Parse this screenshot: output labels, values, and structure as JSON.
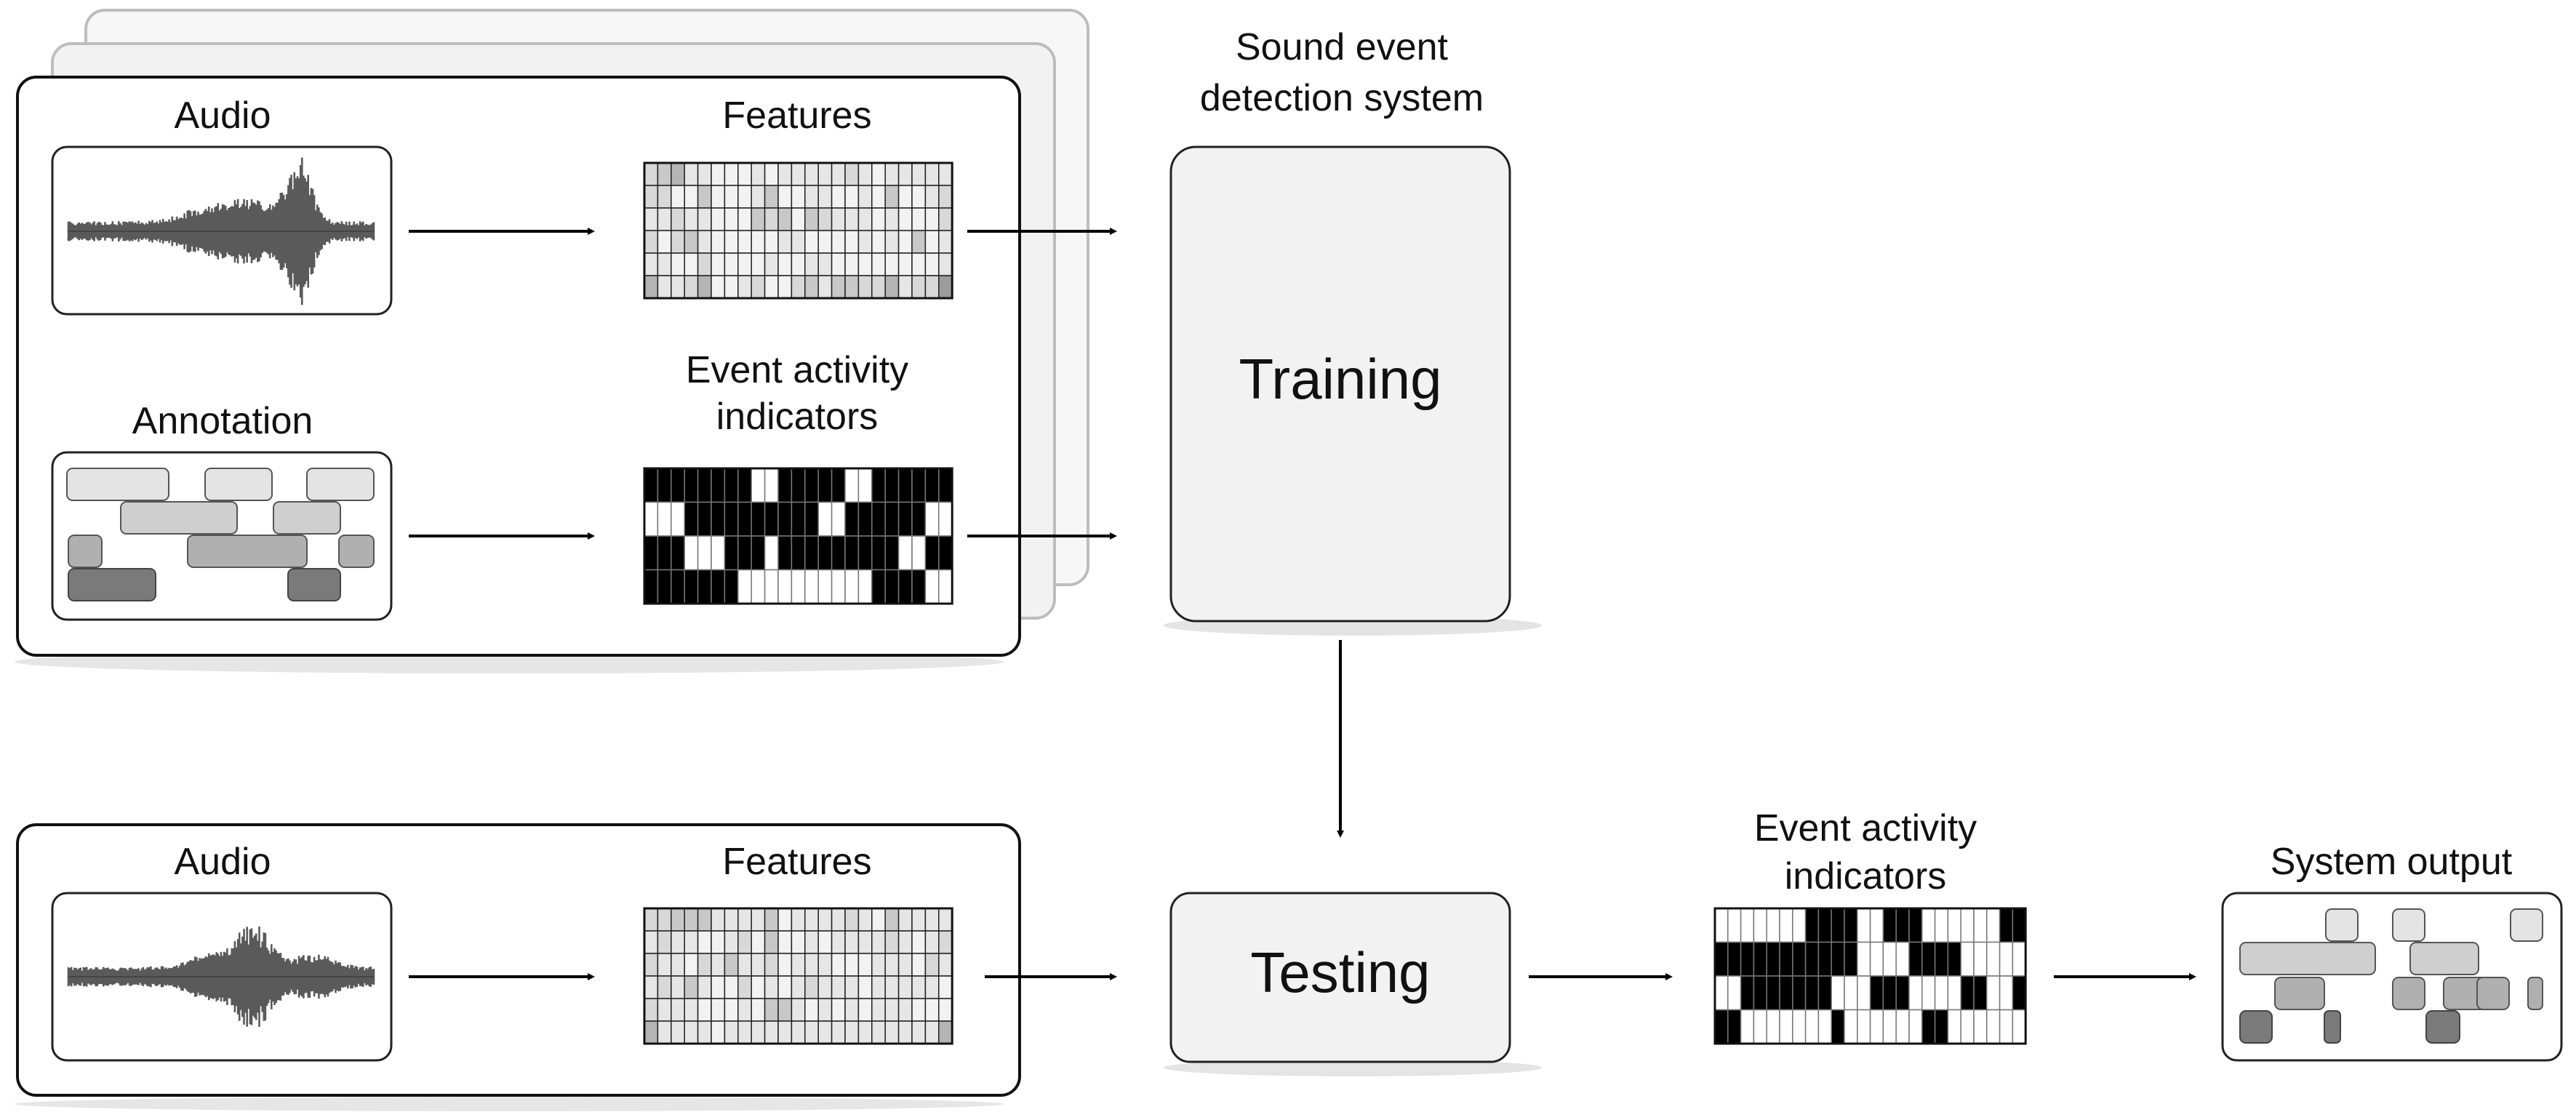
{
  "training_input": {
    "audio_label": "Audio",
    "features_label": "Features",
    "annotation_label": "Annotation",
    "indicators_label_line1": "Event activity",
    "indicators_label_line2": "indicators"
  },
  "system": {
    "title_line1": "Sound event",
    "title_line2": "detection system",
    "training_label": "Training",
    "testing_label": "Testing"
  },
  "testing_input": {
    "audio_label": "Audio",
    "features_label": "Features"
  },
  "output": {
    "indicators_label_line1": "Event activity",
    "indicators_label_line2": "indicators",
    "system_output_label": "System output"
  }
}
